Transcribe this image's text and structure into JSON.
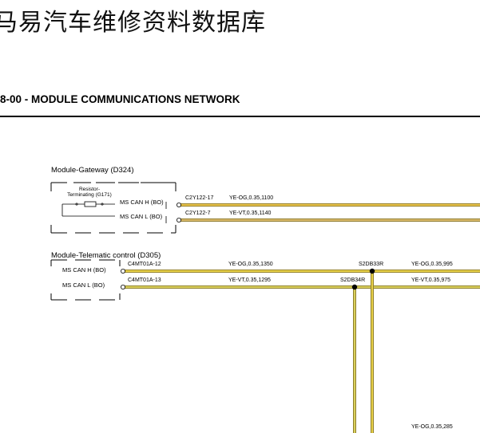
{
  "header": {
    "watermark": "马易汽车维修资料数据库",
    "section_title": "8-00 - MODULE COMMUNICATIONS NETWORK"
  },
  "gateway": {
    "name": "Module-Gateway (D324)",
    "resistor_line1": "Resistor-",
    "resistor_line2": "Terminating (G171)",
    "pin_h": "MS CAN H (BO)",
    "pin_l": "MS CAN L (BO)",
    "conn_h": "C2Y122-17",
    "conn_l": "C2Y122-7",
    "wire_h": "YE-OG,0.35,1100",
    "wire_l": "YE-VT,0.35,1140"
  },
  "telematic": {
    "name": "Module-Telematic control (D305)",
    "pin_h": "MS CAN H (BO)",
    "pin_l": "MS CAN L (BO)",
    "conn_h": "C4MT01A-12",
    "conn_l": "C4MT01A-13",
    "wire_h": "YE-OG,0.35,1350",
    "wire_l": "YE-VT,0.35,1295"
  },
  "splices": {
    "h": "S2DB33R",
    "l": "S2DB34R",
    "out_h": "YE-OG,0.35,995",
    "out_l": "YE-VT,0.35,975",
    "down_h": "YE-OG,0.35,285"
  },
  "colors": {
    "wire_fill": "#e7c24a",
    "wire_fill_vt": "#d9cf5c",
    "wire_edge": "#7a6a20",
    "line": "#000000"
  }
}
